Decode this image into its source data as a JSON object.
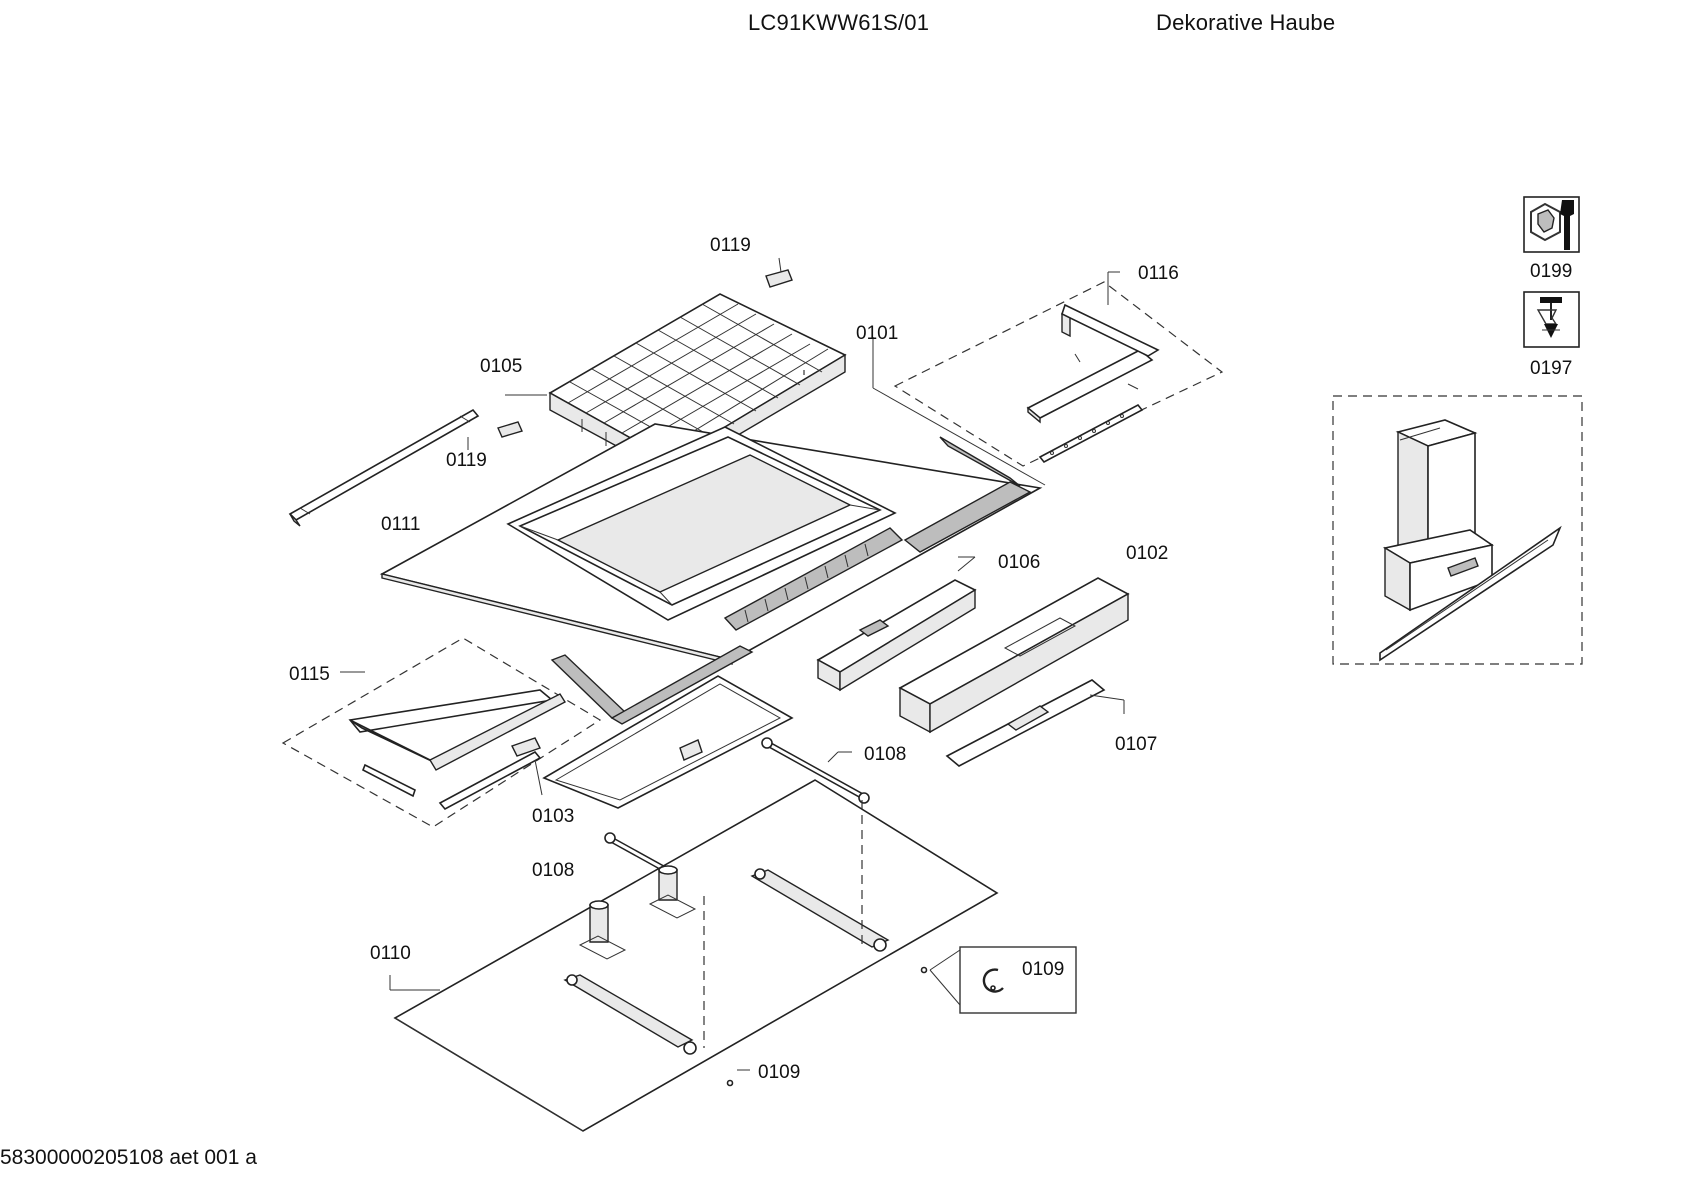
{
  "header": {
    "model": "LC91KWW61S/01",
    "description": "Dekorative Haube"
  },
  "footer": {
    "doc_code": "58300000205108 aet 001 a"
  },
  "callouts": {
    "c0101": "0101",
    "c0102": "0102",
    "c0103": "0103",
    "c0105": "0105",
    "c0106": "0106",
    "c0107": "0107",
    "c0108a": "0108",
    "c0108b": "0108",
    "c0109a": "0109",
    "c0109b": "0109",
    "c0110": "0110",
    "c0111": "0111",
    "c0115": "0115",
    "c0116": "0116",
    "c0119a": "0119",
    "c0119b": "0119",
    "c0197": "0197",
    "c0199": "0199"
  },
  "icons": {
    "service_icon": "wrench-nut-icon",
    "screw_icon": "screw-icon",
    "overview_icon": "hood-overview-icon"
  }
}
